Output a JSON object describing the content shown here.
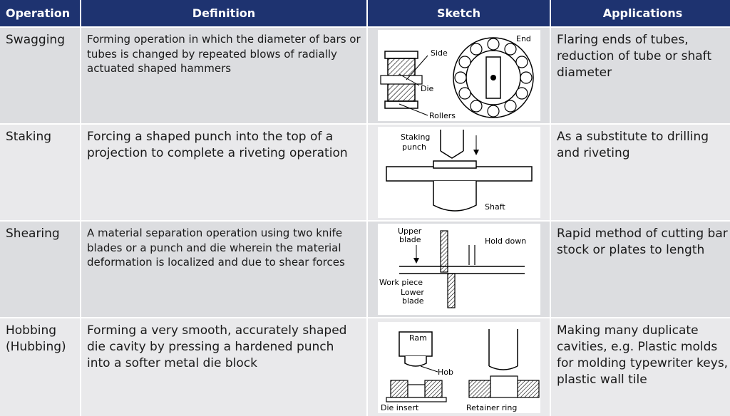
{
  "header": {
    "operation": "Operation",
    "definition": "Definition",
    "sketch": "Sketch",
    "applications": "Applications"
  },
  "rows": [
    {
      "operation": "Swagging",
      "definition": "Forming operation in which the diameter of bars or tubes is changed by repeated blows of radially actuated shaped hammers",
      "application": "Flaring ends of tubes, reduction of tube or shaft diameter",
      "sketch_labels": {
        "side": "Side",
        "end": "End",
        "die": "Die",
        "rollers": "Rollers"
      }
    },
    {
      "operation": "Staking",
      "definition": "Forcing a shaped punch into the top of a projection to complete a riveting operation",
      "application": "As a substitute to drilling and riveting",
      "sketch_labels": {
        "punch_line1": "Staking",
        "punch_line2": "punch",
        "shaft": "Shaft"
      }
    },
    {
      "operation": "Shearing",
      "definition": "A material separation operation using two knife blades or a punch and die wherein the material deformation is localized and due to shear forces",
      "application": "Rapid method of cutting bar stock or plates to length",
      "sketch_labels": {
        "upper1": "Upper",
        "upper2": "blade",
        "hold_down": "Hold down",
        "work_piece": "Work piece",
        "lower1": "Lower",
        "lower2": "blade"
      }
    },
    {
      "operation": "Hobbing\n(Hubbing)",
      "operation_line1": "Hobbing",
      "operation_line2": "(Hubbing)",
      "definition": "Forming a very smooth, accurately shaped die cavity by pressing a hardened punch into a softer metal die block",
      "application": "Making many duplicate cavities, e.g. Plastic molds for molding typewriter keys, plastic wall tile",
      "sketch_labels": {
        "ram": "Ram",
        "hob": "Hob",
        "die_insert": "Die insert",
        "retainer_ring": "Retainer ring"
      }
    }
  ]
}
